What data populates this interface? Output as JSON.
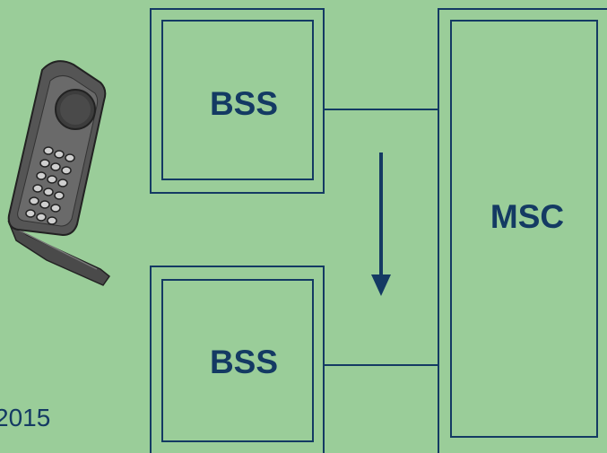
{
  "diagram": {
    "nodes": [
      {
        "id": "bss_top",
        "label": "BSS"
      },
      {
        "id": "bss_bottom",
        "label": "BSS"
      },
      {
        "id": "msc",
        "label": "MSC"
      }
    ],
    "edges": [
      {
        "from": "bss_top",
        "to": "msc",
        "type": "line"
      },
      {
        "from": "bss_bottom",
        "to": "msc",
        "type": "line"
      },
      {
        "from": "bss_top",
        "to": "bss_bottom",
        "type": "arrow"
      }
    ],
    "footer_text": "2015",
    "icons": [
      "mobile-phone-icon"
    ],
    "colors": {
      "background": "#9acd99",
      "stroke": "#143a63",
      "text": "#143a63"
    }
  }
}
